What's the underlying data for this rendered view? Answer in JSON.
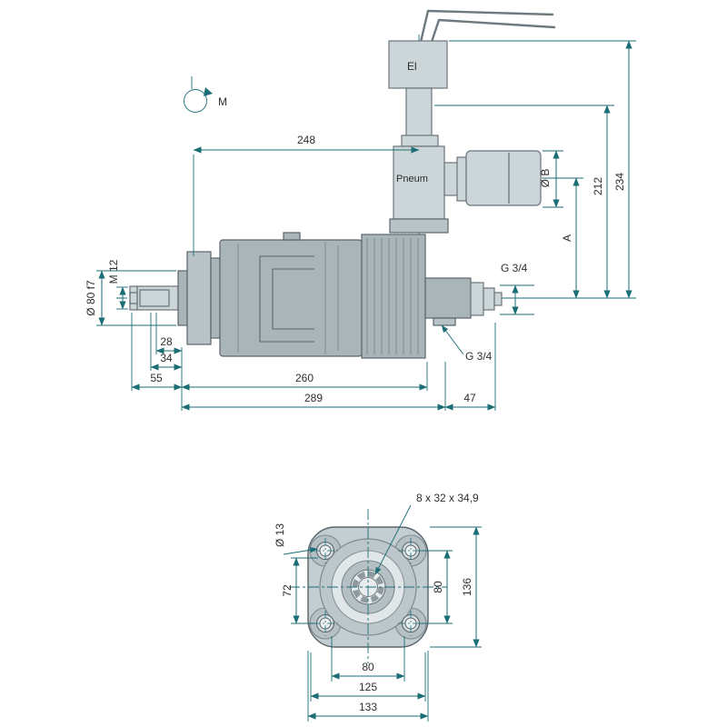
{
  "colors": {
    "dimension_line": "#1b6e76",
    "outline": "#5b666b",
    "body_gray": "#a9b5b9",
    "light_gray": "#ccd5d8",
    "text": "#2e2e2e",
    "background": "#ffffff"
  },
  "side_view": {
    "labels": {
      "rotation": "M",
      "electric_box": "El",
      "pneumatic": "Pneum",
      "width_valve": "248",
      "height_mid": "212",
      "height_total": "234",
      "height_a": "A",
      "coil_diameter": "Ø B",
      "port_top": "G 3/4",
      "port_bottom": "G 3/4",
      "shaft_thread": "M 12",
      "pilot_diameter": "Ø 80 f7",
      "shaft_len_1": "28",
      "shaft_len_2": "34",
      "shaft_len_3": "55",
      "body_length": "260",
      "total_length": "289",
      "port_length": "47"
    }
  },
  "front_view": {
    "labels": {
      "spline_spec": "8 x 32 x 34,9",
      "bolt_hole_diameter": "Ø 13",
      "offset_left": "72",
      "bolt_spacing_vertical": "80",
      "flange_height": "136",
      "port_spacing": "80",
      "bolt_spacing_horizontal": "125",
      "flange_width": "133"
    }
  }
}
